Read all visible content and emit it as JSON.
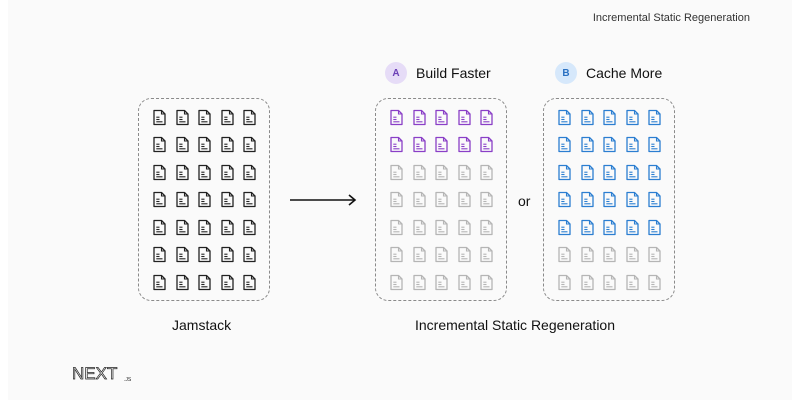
{
  "header": {
    "title": "Incremental Static Regeneration"
  },
  "options": {
    "a": {
      "badge": "A",
      "label": "Build Faster"
    },
    "b": {
      "badge": "B",
      "label": "Cache More"
    }
  },
  "or_label": "or",
  "captions": {
    "jamstack": "Jamstack",
    "isr": "Incremental Static Regeneration"
  },
  "logo": {
    "main": "NEXT",
    "sub": ".JS"
  },
  "grids": [
    {
      "id": "jamstack",
      "rows": 7,
      "cols": 5,
      "highlighted_rows": 7,
      "color": "#222222"
    },
    {
      "id": "build-faster",
      "rows": 7,
      "cols": 5,
      "highlighted_rows": 2,
      "color": "#8a3fc7"
    },
    {
      "id": "cache-more",
      "rows": 7,
      "cols": 5,
      "highlighted_rows": 5,
      "color": "#2b7ed1"
    }
  ],
  "colors": {
    "inactive_doc": "#b5b5b5",
    "border": "#8a8a8a"
  }
}
